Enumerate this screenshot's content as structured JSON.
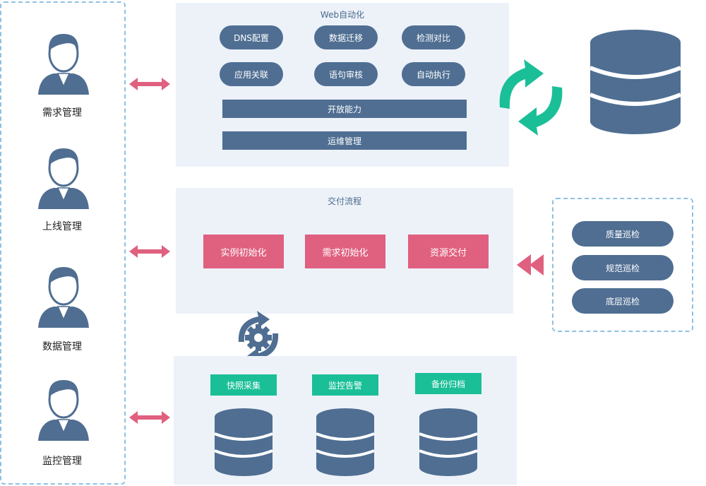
{
  "roles": [
    {
      "label": "需求管理",
      "icon": "user-icon"
    },
    {
      "label": "上线管理",
      "icon": "user-icon"
    },
    {
      "label": "数据管理",
      "icon": "user-icon"
    },
    {
      "label": "监控管理",
      "icon": "user-icon"
    }
  ],
  "web": {
    "title": "Web自动化",
    "features": [
      "DNS配置",
      "数据迁移",
      "检测对比",
      "应用关联",
      "语句审核",
      "自动执行"
    ],
    "bars": [
      "开放能力",
      "运维管理"
    ]
  },
  "delivery": {
    "title": "交付流程",
    "steps": [
      "实例初始化",
      "需求初始化",
      "资源交付"
    ]
  },
  "inspection": {
    "items": [
      "质量巡检",
      "规范巡检",
      "底层巡检"
    ]
  },
  "data_layer": {
    "labels": [
      "快照采集",
      "监控告警",
      "备份归档"
    ]
  },
  "colors": {
    "panel_bg": "#edf2f9",
    "navy": "#4f6e92",
    "pink": "#e0607f",
    "green": "#1bbf97",
    "dashed_border": "#8fc1e3",
    "arrow_pink": "#e0607f"
  }
}
